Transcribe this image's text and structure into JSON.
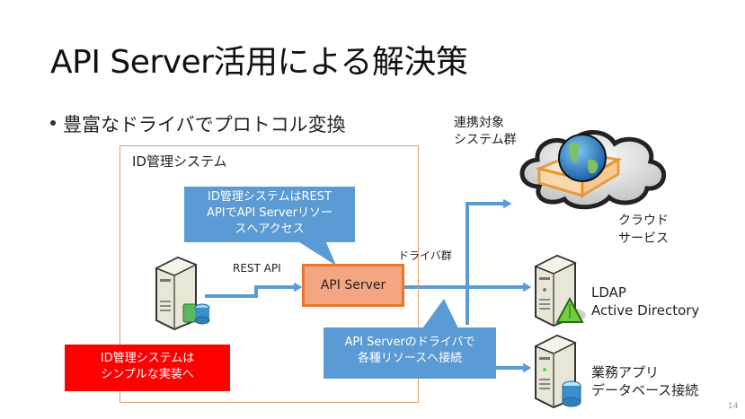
{
  "slide": {
    "title": "API Server活用による解決策",
    "bullet": "豊富なドライバでプロトコル変換",
    "page_number": "14"
  },
  "id_system": {
    "label": "ID管理システム",
    "callout_lines": [
      "ID管理システムはREST",
      "APIでAPI Serverリソー",
      "スへアクセス"
    ],
    "note_lines": [
      "ID管理システムは",
      "シンプルな実装へ"
    ],
    "rest_api_label": "REST API"
  },
  "api_server": {
    "label": "API Server",
    "driver_label": "ドライバ群",
    "callout_lines": [
      "API Serverのドライバで",
      "各種リソースへ接続"
    ]
  },
  "targets": {
    "group_label_lines": [
      "連携対象",
      "システム群"
    ],
    "items": [
      {
        "lines": [
          "クラウド",
          "サービス"
        ],
        "icon": "cloud-globe-icon"
      },
      {
        "lines": [
          "LDAP",
          "Active Directory"
        ],
        "icon": "server-directory-icon"
      },
      {
        "lines": [
          "業務アプリ",
          "データベース接続"
        ],
        "icon": "server-database-icon"
      }
    ]
  },
  "colors": {
    "arrow_blue": "#5b9bd5",
    "callout_blue": "#5b9bd5",
    "note_red": "#ff0000",
    "api_server_fill": "#f4a582",
    "api_server_border": "#e8762d",
    "id_box_border": "#e0a070"
  }
}
